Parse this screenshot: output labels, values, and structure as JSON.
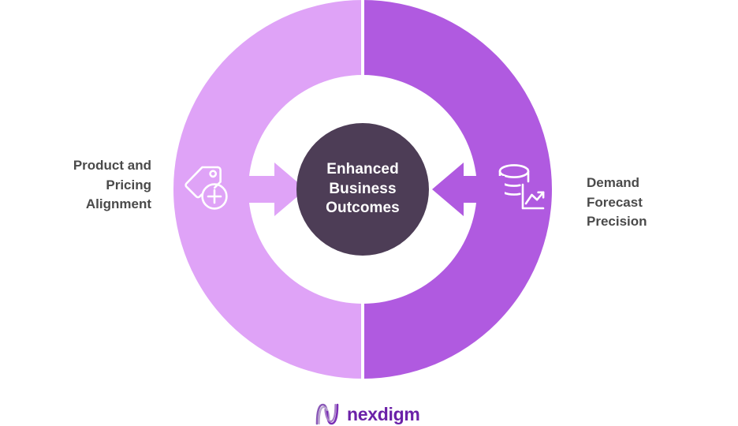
{
  "diagram": {
    "center": {
      "lines": [
        "Enhanced",
        "Business",
        "Outcomes"
      ],
      "fill_color": "#4d3d56",
      "text_color": "#ffffff"
    },
    "ring": {
      "left_color": "#dfa3f7",
      "right_color": "#b05ae0",
      "hole_color": "#ffffff"
    },
    "segments": [
      {
        "side": "left",
        "label_lines": [
          "Product and",
          "Pricing",
          "Alignment"
        ],
        "icon": "price-tag-plus-icon",
        "arrow": "arrow-right-icon",
        "color": "#dfa3f7"
      },
      {
        "side": "right",
        "label_lines": [
          "Demand",
          "Forecast",
          "Precision"
        ],
        "icon": "database-trend-chart-icon",
        "arrow": "arrow-left-icon",
        "color": "#b05ae0"
      }
    ],
    "label_text_color": "#4a4a4a"
  },
  "logo": {
    "wordmark": "nexdigm",
    "mark_icon": "nexdigm-n-mark-icon",
    "color": "#6b21a8"
  }
}
